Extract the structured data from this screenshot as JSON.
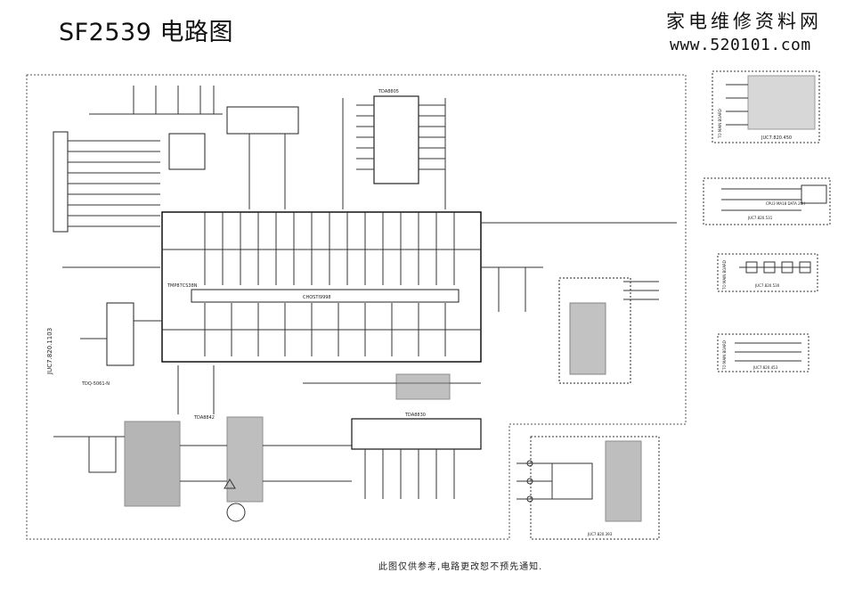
{
  "title": "SF2539 电路图",
  "watermark": {
    "site_name": "家电维修资料网",
    "url": "www.520101.com"
  },
  "footer_note": "此图仅供参考,电路更改恕不预先通知.",
  "main_board": {
    "label": "JUC7.820.1103",
    "main_ic": {
      "name": "TMP87CS38N",
      "part": "CHOSTI9998"
    },
    "ic_top": "TDA8805",
    "ic_mid": "TDA8830",
    "ic_power": "TDA8842",
    "connector": "TDQ-5061-N"
  },
  "sub_boards": [
    {
      "name": "av-board",
      "label": "JUC7.820.450",
      "side_text": "TO MAIN BOARD"
    },
    {
      "name": "sensor-board",
      "label": "JUC7.820.531",
      "text": "CPU3 MA18  DATA 20H"
    },
    {
      "name": "key-board",
      "label": "JUC7.820.530",
      "side_text": "TO MAIN BOARD"
    },
    {
      "name": "audio-board",
      "label": "JUC7.820.453",
      "side_text": "TO MAIN BOARD"
    },
    {
      "name": "crt-board",
      "label": "JUC7.820.393"
    }
  ]
}
